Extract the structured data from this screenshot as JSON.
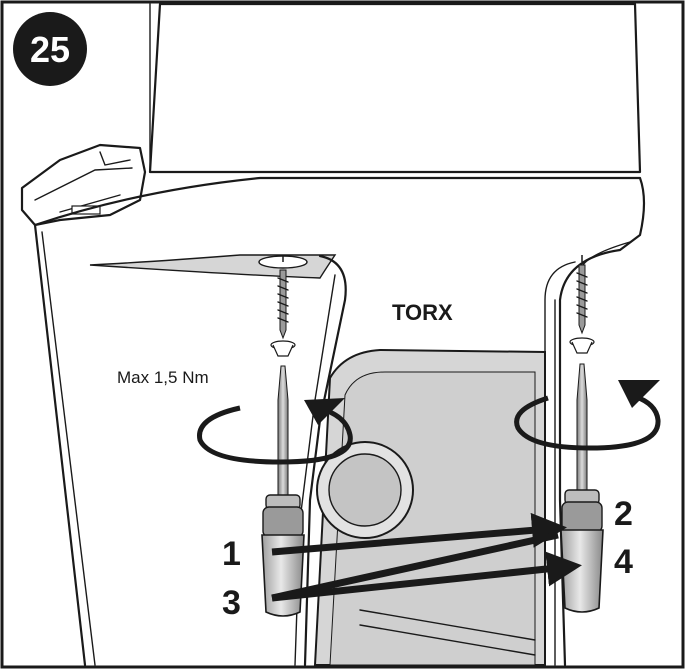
{
  "step": {
    "number": "25"
  },
  "tool": {
    "label": "TORX"
  },
  "torque": {
    "label": "Max 1,5 Nm"
  },
  "callouts": {
    "one": "1",
    "two": "2",
    "three": "3",
    "four": "4"
  },
  "colors": {
    "ink": "#1a1a1a",
    "body_fill": "#ffffff",
    "insert_fill": "#d9d9d9",
    "insert_dark": "#bdbdbd",
    "plate_fill": "#d6d6d6"
  }
}
